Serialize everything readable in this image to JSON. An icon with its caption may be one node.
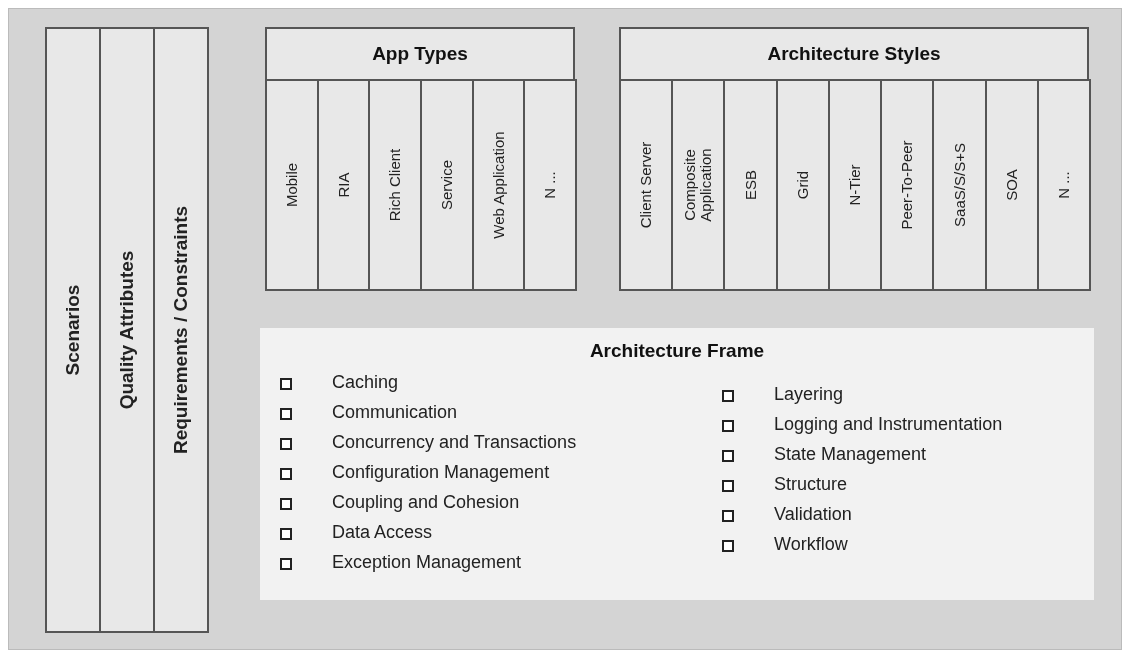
{
  "diagram": {
    "nodes": [
      {
        "text": [
          "Scenarios"
        ]
      },
      {
        "text": [
          "Quality Attributes"
        ]
      },
      {
        "text": [
          "Requirements / Constraints"
        ]
      },
      {
        "text": [
          "App Types"
        ]
      },
      {
        "text": [
          "Mobile"
        ],
        "in": 3
      },
      {
        "text": [
          "RIA"
        ],
        "in": 3
      },
      {
        "text": [
          "Rich Client"
        ],
        "in": 3
      },
      {
        "text": [
          "Service"
        ],
        "in": 3
      },
      {
        "text": [
          "Web Application"
        ],
        "in": 3
      },
      {
        "text": [
          "N ..."
        ],
        "in": 3
      },
      {
        "text": [
          "Architecture Styles"
        ]
      },
      {
        "text": [
          "Client Server"
        ],
        "in": 10
      },
      {
        "text": [
          "Composite Application"
        ],
        "in": 10
      },
      {
        "text": [
          "ESB"
        ],
        "in": 10
      },
      {
        "text": [
          "Grid"
        ],
        "in": 10
      },
      {
        "text": [
          "N-Tier"
        ],
        "in": 10
      },
      {
        "text": [
          "Peer-To-Peer"
        ],
        "in": 10
      },
      {
        "text": [
          "SaaS/S/S+S"
        ],
        "in": 10
      },
      {
        "text": [
          "SOA"
        ],
        "in": 10
      },
      {
        "text": [
          "N ..."
        ],
        "in": 10
      },
      {
        "text": [
          "Architecture Frame",
          "Caching",
          "Communication",
          "Concurrency and Transactions",
          "Configuration Management",
          "Coupling and Cohesion",
          "Data Access",
          "Exception Management",
          "Layering",
          "Logging and Instrumentation",
          "State Management",
          "Structure",
          "Validation",
          "Workflow"
        ]
      }
    ]
  }
}
